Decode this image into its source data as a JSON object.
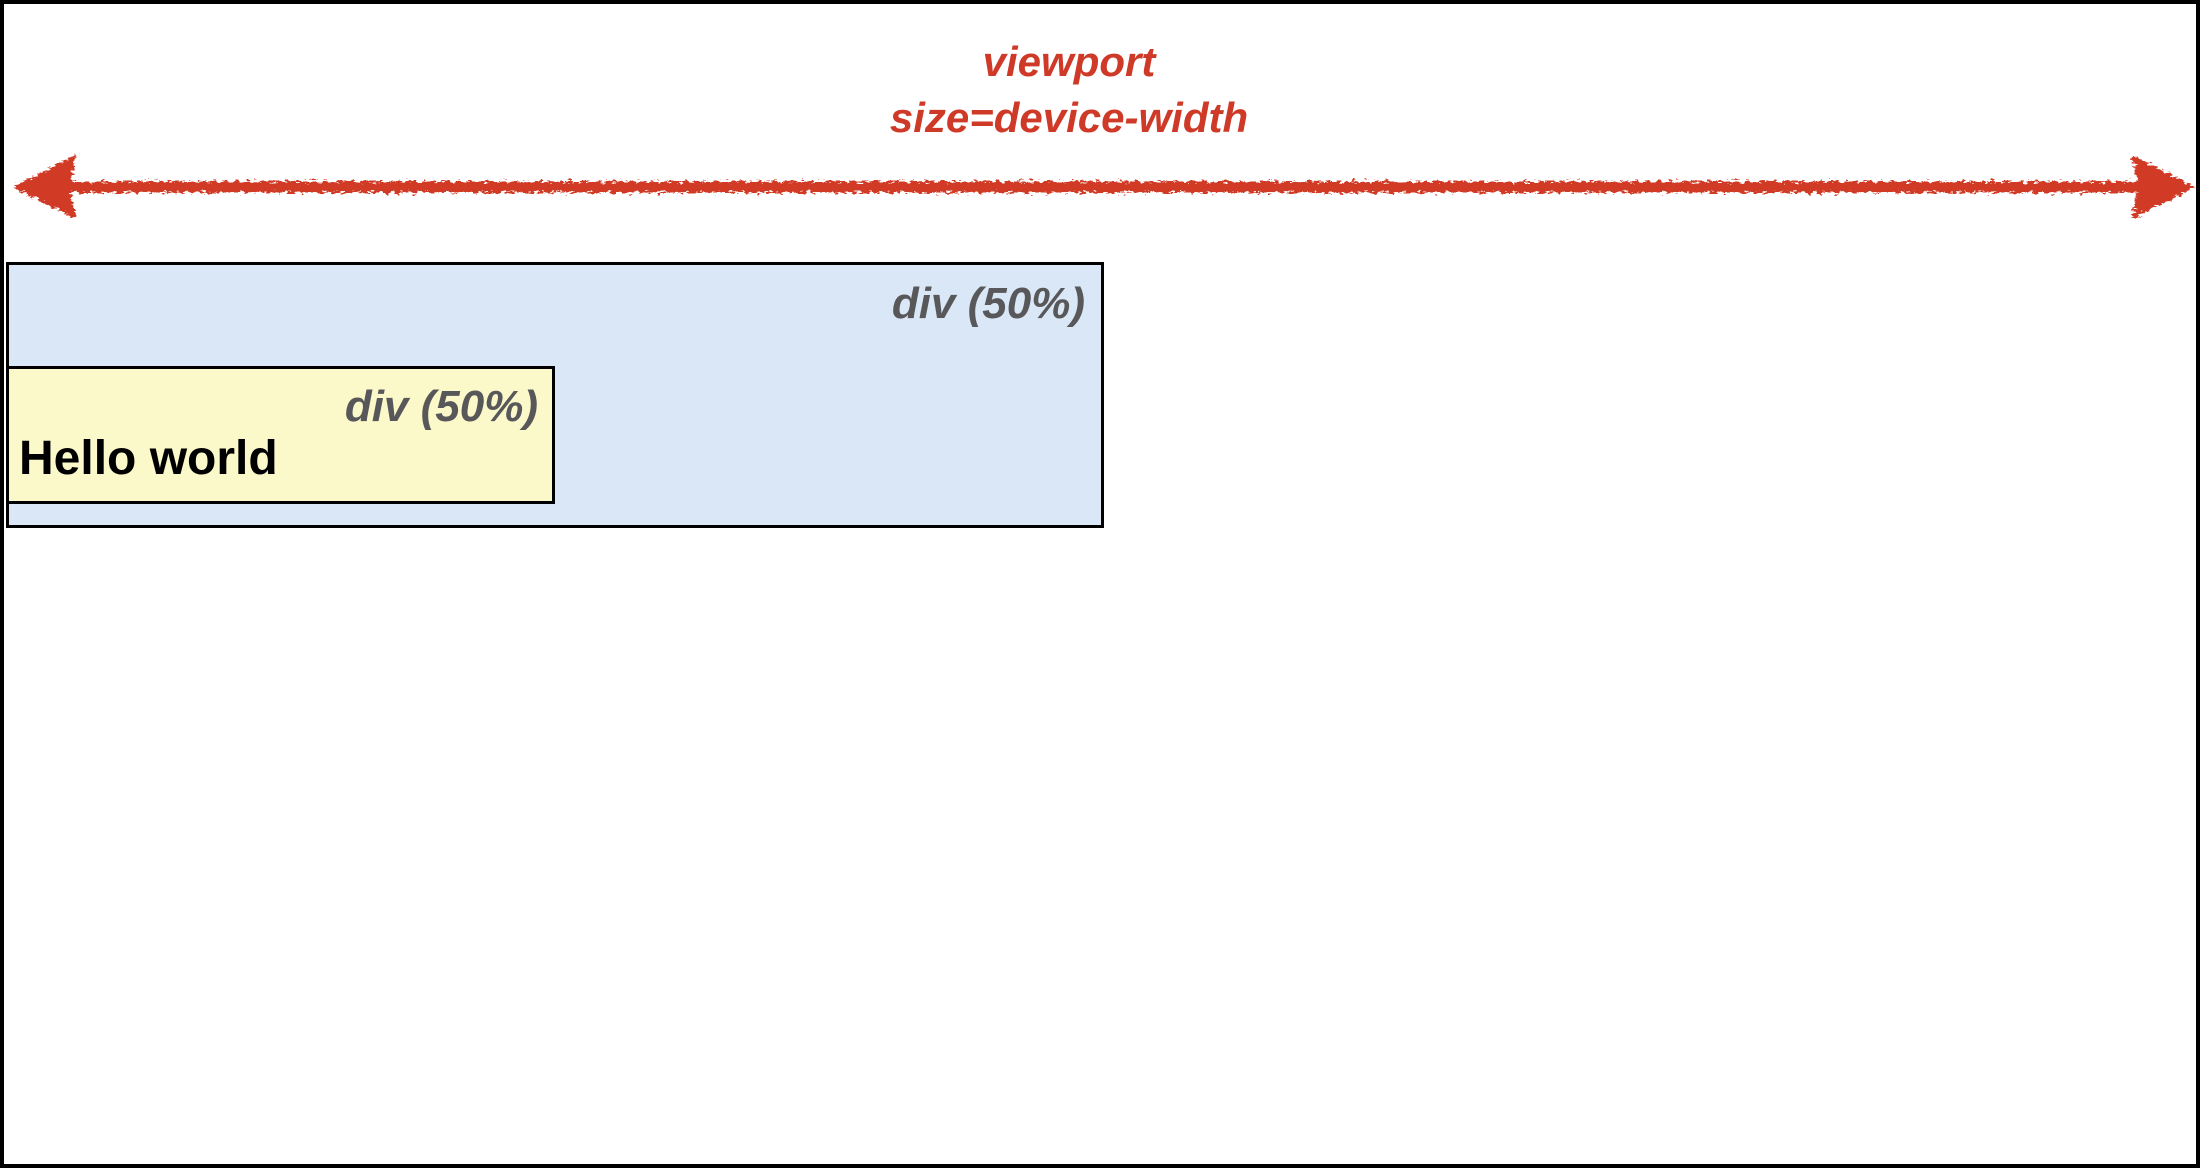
{
  "diagram": {
    "caption": {
      "line1": "viewport",
      "line2": "size=device-width"
    },
    "outer_div": {
      "label": "div (50%)"
    },
    "inner_div": {
      "label": "div (50%)",
      "content": "Hello world"
    },
    "icons": {
      "arrow": "double-headed-horizontal-arrow"
    },
    "colors": {
      "accent_red": "#ce3a27",
      "outer_div_bg": "#d9e7f6",
      "inner_div_bg": "#fbf8c9",
      "label_gray": "#58585a",
      "border_black": "#000000",
      "background_white": "#ffffff"
    }
  }
}
